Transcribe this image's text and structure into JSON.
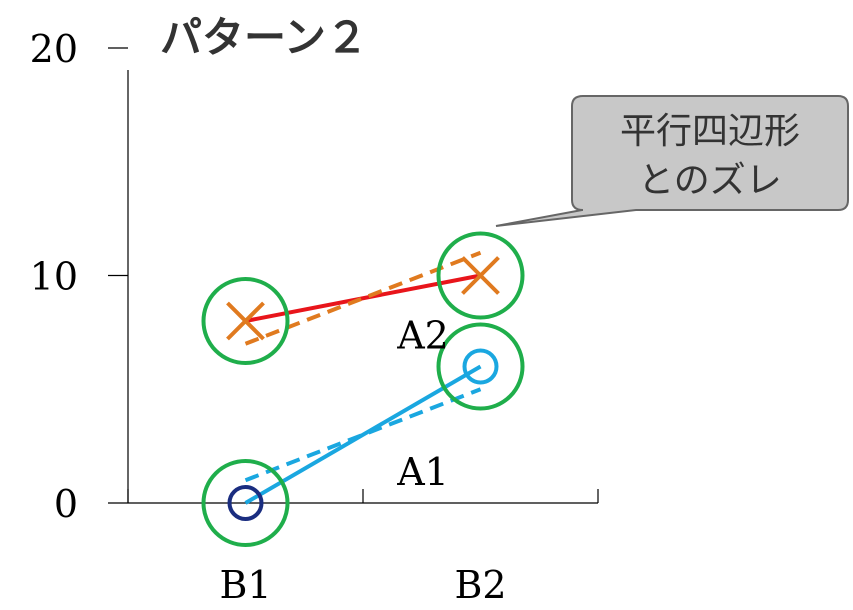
{
  "chart_data": {
    "type": "line",
    "title": "パターン２",
    "categories": [
      "B1",
      "B2"
    ],
    "yticks": [
      "0",
      "10",
      "20"
    ],
    "ylim": [
      0,
      20
    ],
    "xlabel": "",
    "ylabel": "",
    "grid": false,
    "series": [
      {
        "name": "A1",
        "values": [
          0,
          6
        ],
        "color": "#1aa7e0",
        "marker": "circle",
        "first_marker_color": "#1a2d80",
        "style": "solid"
      },
      {
        "name": "A2",
        "values": [
          8,
          10
        ],
        "color": "#e8151b",
        "marker": "x",
        "marker_color": "#e07a1f",
        "style": "solid"
      },
      {
        "name": "",
        "values": [
          1,
          5
        ],
        "color": "#1aa7e0",
        "style": "dashed"
      },
      {
        "name": "",
        "values": [
          7,
          11
        ],
        "color": "#e07a1f",
        "style": "dashed"
      }
    ],
    "highlight_color": "#1fae4b",
    "callout": {
      "lines": [
        "平行四辺形",
        "とのズレ"
      ]
    }
  }
}
